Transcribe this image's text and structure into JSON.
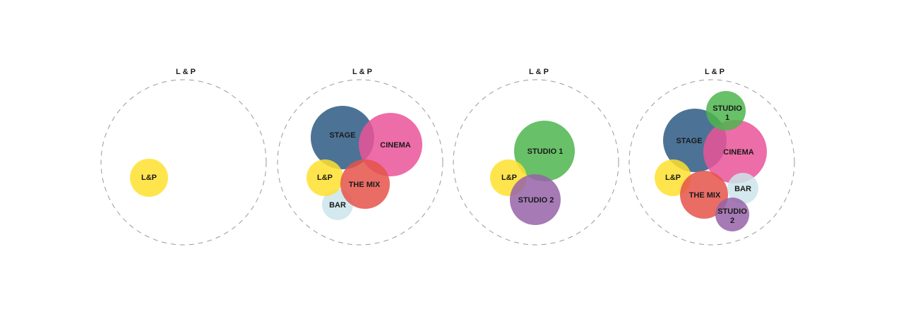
{
  "colors": {
    "lp": "#FFE12E",
    "stage": "#2D5A84",
    "cinema": "#EA5499",
    "mix": "#E5544A",
    "bar": "#CBE5EB",
    "studio1": "#4DB54E",
    "studio2": "#9663A8",
    "ring": "#9a9a9a"
  },
  "panels": [
    {
      "title": "L & P",
      "bubbles": {
        "lp": "L&P"
      }
    },
    {
      "title": "L & P",
      "bubbles": {
        "stage": "STAGE",
        "cinema": "CINEMA",
        "lp": "L&P",
        "mix": "THE MIX",
        "bar": "BAR"
      }
    },
    {
      "title": "L & P",
      "bubbles": {
        "studio1": "STUDIO 1",
        "lp": "L&P",
        "studio2": "STUDIO 2"
      }
    },
    {
      "title": "L & P",
      "bubbles": {
        "studio1_l1": "STUDIO",
        "studio1_l2": "1",
        "stage": "STAGE",
        "cinema": "CINEMA",
        "lp": "L&P",
        "mix": "THE MIX",
        "bar": "BAR",
        "studio2_l1": "STUDIO",
        "studio2_l2": "2"
      }
    }
  ]
}
